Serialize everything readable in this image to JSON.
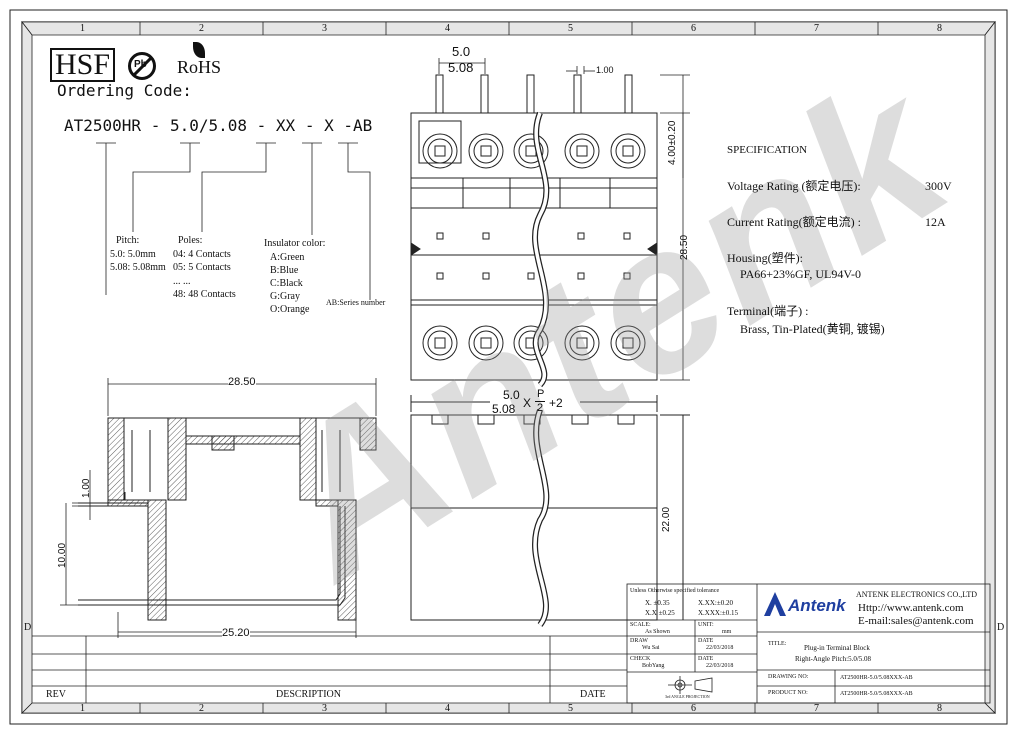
{
  "grid": {
    "cols": [
      "1",
      "2",
      "3",
      "4",
      "5",
      "6",
      "7",
      "8"
    ],
    "rows": [
      "D"
    ]
  },
  "header": {
    "brand_box": "HSF",
    "rohs": "RoHS",
    "pb": "Pb",
    "ordering_label": "Ordering Code:",
    "ordering_code": "AT2500HR - 5.0/5.08 - XX - X -AB"
  },
  "legend": {
    "pitch_title": "Pitch:",
    "pitch_lines": [
      "5.0: 5.0mm",
      "5.08: 5.08mm"
    ],
    "poles_title": "Poles:",
    "poles_lines": [
      "04: 4 Contacts",
      "05: 5 Contacts",
      "... ...",
      "48: 48 Contacts"
    ],
    "insulator_title": "Insulator color:",
    "insulator_lines": [
      "A:Green",
      "B:Blue",
      "C:Black",
      "G:Gray",
      "O:Orange"
    ],
    "series": "AB:Series number"
  },
  "dims": {
    "pitch_top_1": "5.0",
    "pitch_top_2": "5.08",
    "pin_width": "1.00",
    "pin_height": "4.00±0.20",
    "height": "28.50",
    "width_formula_1": "5.0",
    "width_formula_2": "5.08",
    "width_formula_x": "X",
    "width_formula_p": "P",
    "width_formula_2d": "2",
    "width_formula_plus": "+2",
    "depth": "22.00",
    "side_width": "28.50",
    "side_base": "25.20",
    "side_h1": "1.00",
    "side_h2": "10.00"
  },
  "spec": {
    "title": "SPECIFICATION",
    "voltage_label": "Voltage Rating (额定电压):",
    "voltage_value": "300V",
    "current_label": "Current Rating(额定电流) :",
    "current_value": "12A",
    "housing_label": "Housing(塑件):",
    "housing_value": "PA66+23%GF, UL94V-0",
    "terminal_label": "Terminal(端子) :",
    "terminal_value": "Brass, Tin-Plated(黄铜, 镀锡)"
  },
  "watermark": "Antenk",
  "title_block": {
    "tolerance_title": "Unless Otherwise specified tolerance",
    "tol_1": "X. ±0.35",
    "tol_2": "X.XX:±0.20",
    "tol_3": "X.X ±0.25",
    "tol_4": "X.XXX:±0.15",
    "scale_label": "SCALE:",
    "scale_value": "As Shown",
    "unit_label": "UNIT:",
    "unit_value": "mm",
    "draw_label": "DRAW",
    "draw_value": "Wu Sai",
    "date_label_1": "DATE",
    "date_value_1": "22/03/2018",
    "check_label": "CHECK",
    "check_value": "BobYang",
    "date_label_2": "DATE",
    "date_value_2": "22/03/2018",
    "projection": "3rd ANGLE PROJECTION",
    "company": "ANTENK ELECTRONICS CO.,LTD",
    "http": "Http://www.antenk.com",
    "email": "E-mail:sales@antenk.com",
    "logo": "Antenk",
    "title_label": "TITLE:",
    "title_1": "Plug-in Terminal Block",
    "title_2": "Right-Angle Pitch:5.0/5.08",
    "drawing_no_label": "DRAWING NO:",
    "drawing_no": "AT2500HR-5.0/5.08XXX-AB",
    "product_no_label": "PRODUCT NO:",
    "product_no": "AT2500HR-5.0/5.08XXX-AB",
    "rev": "REV",
    "description": "DESCRIPTION",
    "date": "DATE"
  }
}
